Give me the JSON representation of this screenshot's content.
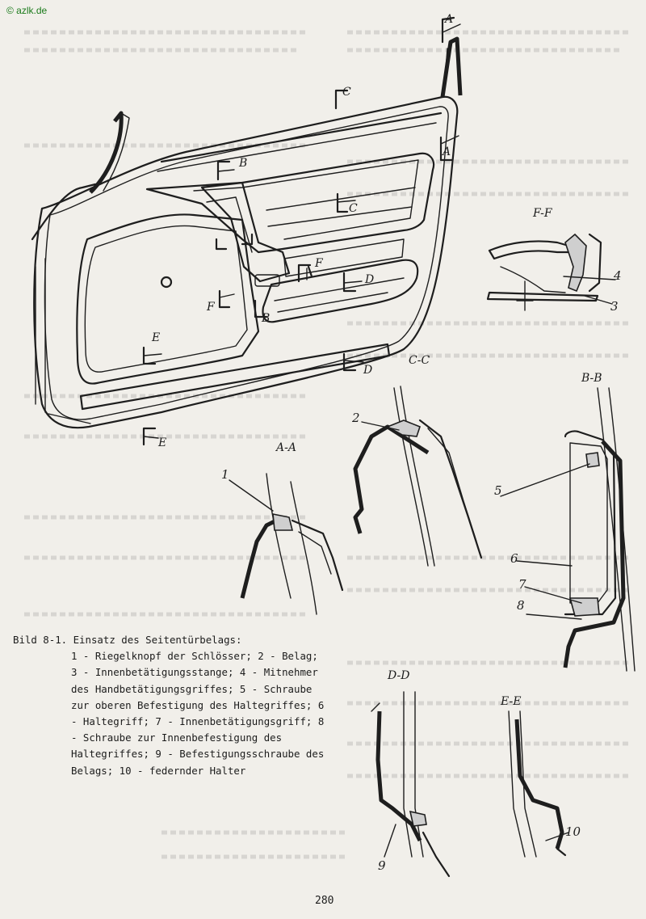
{
  "watermark": "© azlk.de",
  "figure": {
    "section_labels": {
      "a_top": "A",
      "a_mid": "A",
      "b_upper": "B",
      "b_lower": "B",
      "c_top": "C",
      "c_mid": "C",
      "d_mid": "D",
      "d_low": "D",
      "e_mid": "E",
      "e_low": "E",
      "f_left": "F",
      "f_right": "F"
    },
    "section_titles": {
      "aa": "A-A",
      "cc": "C-C",
      "bb": "B-B",
      "ff": "F-F",
      "dd": "D-D",
      "ee": "E-E"
    },
    "callouts": {
      "n1": "1",
      "n2": "2",
      "n3": "3",
      "n4": "4",
      "n5": "5",
      "n6": "6",
      "n7": "7",
      "n8": "8",
      "n9": "9",
      "n10": "10"
    }
  },
  "caption": {
    "title": "Bild 8-1. Einsatz des Seitentürbelags:",
    "body": "1 - Riegelknopf der Schlösser; 2 - Belag; 3 - Innenbetätigungsstange; 4 - Mitnehmer des Handbetätigungsgriffes; 5 - Schraube zur oberen Befestigung des Haltegriffes; 6 - Haltegriff; 7 - Innenbetätigungsgriff; 8 - Schraube zur Innenbefestigung des Haltegriffes; 9 - Befestigungsschraube des Belags; 10 - federnder Halter"
  },
  "page_number": "280"
}
